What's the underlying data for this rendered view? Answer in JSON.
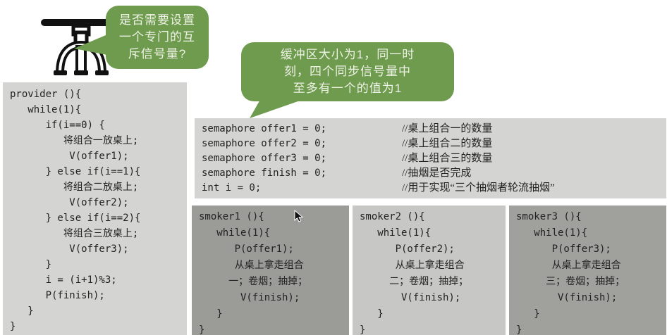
{
  "colors": {
    "bubble_green": "#6e9b4d",
    "bubble_text": "#eef2e6",
    "block_light_gray": "#d4d4d2",
    "smoker1_gray": "#9b9b97",
    "smoker2_highlight_gray": "#c7c7c5",
    "smoker3_gray": "#a0a09c",
    "code_text": "#222222",
    "icon_black": "#111111"
  },
  "icons": {
    "table_icon": "round pedestal table line drawing",
    "cursor_icon": "mouse pointer arrow"
  },
  "bubbles": {
    "mutex_question": {
      "lines": [
        "是否需要设置",
        "一个专门的互",
        "斥信号量?"
      ]
    },
    "buffer_note": {
      "lines": [
        "缓冲区大小为1，同一时",
        "刻，四个同步信号量中",
        "至多有一个的值为1"
      ]
    }
  },
  "provider": {
    "lines": [
      "provider (){",
      "   while(1){",
      "      if(i==0) {",
      "         将组合一放桌上;",
      "          V(offer1);",
      "      } else if(i==1){",
      "         将组合二放桌上;",
      "          V(offer2);",
      "      } else if(i==2){",
      "         将组合三放桌上;",
      "          V(offer3);",
      "      }",
      "      i = (i+1)%3;",
      "      P(finish);",
      "   }",
      "}"
    ]
  },
  "semaphores": {
    "lines": [
      {
        "code": "semaphore offer1 = 0;",
        "comment": "//桌上组合一的数量"
      },
      {
        "code": "semaphore offer2 = 0;",
        "comment": "//桌上组合二的数量"
      },
      {
        "code": "semaphore offer3 = 0;",
        "comment": "//桌上组合三的数量"
      },
      {
        "code": "semaphore finish = 0;",
        "comment": "//抽烟是否完成"
      },
      {
        "code": "int i = 0;",
        "comment": "//用于实现“三个抽烟者轮流抽烟”"
      }
    ]
  },
  "smokers": [
    {
      "name": "smoker1",
      "lines": [
        "smoker1 (){",
        "   while(1){",
        "      P(offer1);",
        "      从桌上拿走组合",
        "     一；卷烟；抽掉；",
        "       V(finish);",
        "   }",
        "}"
      ]
    },
    {
      "name": "smoker2",
      "lines": [
        "smoker2 (){",
        "   while(1){",
        "      P(offer2);",
        "      从桌上拿走组合",
        "     二；卷烟；抽掉；",
        "       V(finish);",
        "   }",
        "}"
      ]
    },
    {
      "name": "smoker3",
      "lines": [
        "smoker3 (){",
        "   while(1){",
        "      P(offer3);",
        "      从桌上拿走组合",
        "     三；卷烟；抽掉；",
        "       V(finish);",
        "   }",
        "}"
      ]
    }
  ]
}
